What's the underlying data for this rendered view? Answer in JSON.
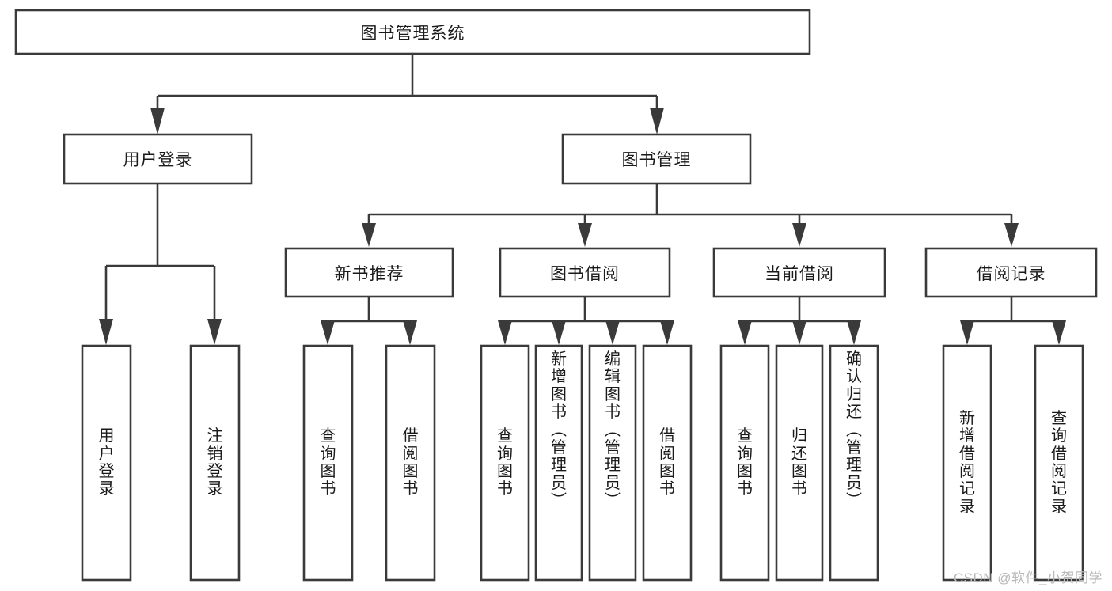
{
  "diagram": {
    "title": "图书管理系统",
    "type": "hierarchy-tree",
    "orientation": "top-down",
    "colors": {
      "box_stroke": "#3a3a3a",
      "box_fill": "#ffffff",
      "text": "#1a1a1a",
      "connector": "#3a3a3a",
      "background": "#ffffff",
      "watermark": "#b9b9b9"
    },
    "root": {
      "label": "图书管理系统"
    },
    "level1": [
      {
        "label": "用户登录"
      },
      {
        "label": "图书管理"
      }
    ],
    "level2": [
      {
        "label": "新书推荐"
      },
      {
        "label": "图书借阅"
      },
      {
        "label": "当前借阅"
      },
      {
        "label": "借阅记录"
      }
    ],
    "leaves": {
      "user_login": [
        {
          "label": "用户登录"
        },
        {
          "label": "注销登录"
        }
      ],
      "new_book_recommend": [
        {
          "label": "查询图书"
        },
        {
          "label": "借阅图书"
        }
      ],
      "book_borrow": [
        {
          "label": "查询图书"
        },
        {
          "label": "新增图书（管理员）"
        },
        {
          "label": "编辑图书（管理员）"
        },
        {
          "label": "借阅图书"
        }
      ],
      "current_borrow": [
        {
          "label": "查询图书"
        },
        {
          "label": "归还图书"
        },
        {
          "label": "确认归还（管理员）"
        }
      ],
      "borrow_record": [
        {
          "label": "新增借阅记录"
        },
        {
          "label": "查询借阅记录"
        }
      ]
    }
  },
  "watermark": {
    "text": "CSDN @软件_小贺同学"
  }
}
